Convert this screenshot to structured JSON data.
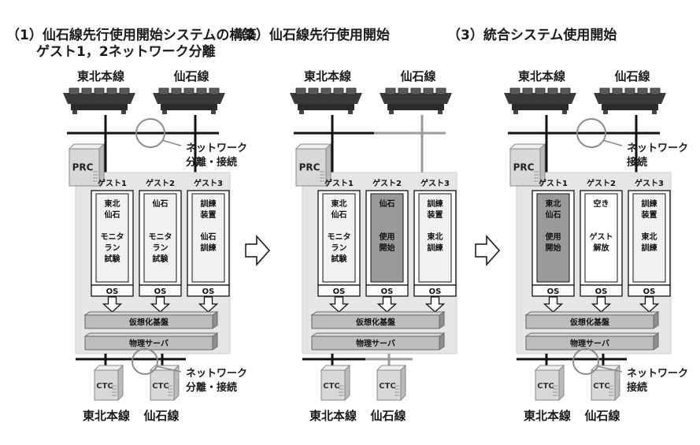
{
  "panels": [
    {
      "title_line1": "（1）仙石線先行使用開始システムの構築",
      "title_line2": "ゲスト1，2ネットワーク分離",
      "server_top_left": "東北本線",
      "server_top_right": "仙石線",
      "prc_label": "PRC",
      "note_top": [
        "ネットワーク",
        "分離・接続"
      ],
      "guests": [
        {
          "header": "ゲスト1",
          "lines": [
            "東北",
            "仙石",
            "",
            "モニタ",
            "ラン",
            "試験"
          ],
          "os": "OS",
          "shade": "light"
        },
        {
          "header": "ゲスト2",
          "lines": [
            "仙石",
            "",
            "",
            "モニタ",
            "ラン",
            "試験"
          ],
          "os": "OS",
          "shade": "light"
        },
        {
          "header": "ゲスト3",
          "lines": [
            "訓練",
            "装置",
            "",
            "仙石",
            "訓練",
            ""
          ],
          "os": "OS",
          "shade": "light"
        }
      ],
      "virtualization": "仮想化基盤",
      "physical_server": "物理サーバ",
      "ctc_left": "CTC",
      "ctc_right": "CTC",
      "bottom_left": "東北本線",
      "bottom_right": "仙石線",
      "note_bottom": [
        "ネットワーク",
        "分離・接続"
      ]
    },
    {
      "title_line1": "（2）仙石線先行使用開始",
      "title_line2": "",
      "server_top_left": "東北本線",
      "server_top_right": "仙石線",
      "prc_label": "PRC",
      "note_top": [],
      "guests": [
        {
          "header": "ゲスト1",
          "lines": [
            "東北",
            "仙石",
            "",
            "モニタ",
            "ラン",
            "試験"
          ],
          "os": "OS",
          "shade": "light"
        },
        {
          "header": "ゲスト2",
          "lines": [
            "仙石",
            "",
            "",
            "使用",
            "開始",
            ""
          ],
          "os": "OS",
          "shade": "dark"
        },
        {
          "header": "ゲスト3",
          "lines": [
            "訓練",
            "装置",
            "",
            "東北",
            "訓練",
            ""
          ],
          "os": "OS",
          "shade": "light"
        }
      ],
      "virtualization": "仮想化基盤",
      "physical_server": "物理サーバ",
      "ctc_left": "CTC",
      "ctc_right": "CTC",
      "bottom_left": "東北本線",
      "bottom_right": "仙石線",
      "note_bottom": []
    },
    {
      "title_line1": "（3）統合システム使用開始",
      "title_line2": "",
      "server_top_left": "東北本線",
      "server_top_right": "仙石線",
      "prc_label": "PRC",
      "note_top": [
        "ネットワーク",
        "接続"
      ],
      "guests": [
        {
          "header": "ゲスト1",
          "lines": [
            "東北",
            "仙石",
            "",
            "使用",
            "開始",
            ""
          ],
          "os": "OS",
          "shade": "dark"
        },
        {
          "header": "ゲスト2",
          "lines": [
            "空き",
            "",
            "",
            "ゲスト",
            "解放",
            ""
          ],
          "os": "OS",
          "shade": "white"
        },
        {
          "header": "ゲスト3",
          "lines": [
            "訓練",
            "装置",
            "",
            "東北",
            "訓練",
            ""
          ],
          "os": "OS",
          "shade": "light"
        }
      ],
      "virtualization": "仮想化基盤",
      "physical_server": "物理サーバ",
      "ctc_left": "CTC",
      "ctc_right": "CTC",
      "bottom_left": "東北本線",
      "bottom_right": "仙石線",
      "note_bottom": [
        "ネットワーク",
        "接続"
      ]
    }
  ],
  "colors": {
    "panel_bg": "#e6e6e6",
    "guest_light": "#f1f1f1",
    "guest_dark": "#9a9a9a",
    "guest_white": "#ffffff",
    "bar": "#bdbdbd",
    "line_dark": "#111111",
    "line_gray": "#9a9a9a"
  }
}
